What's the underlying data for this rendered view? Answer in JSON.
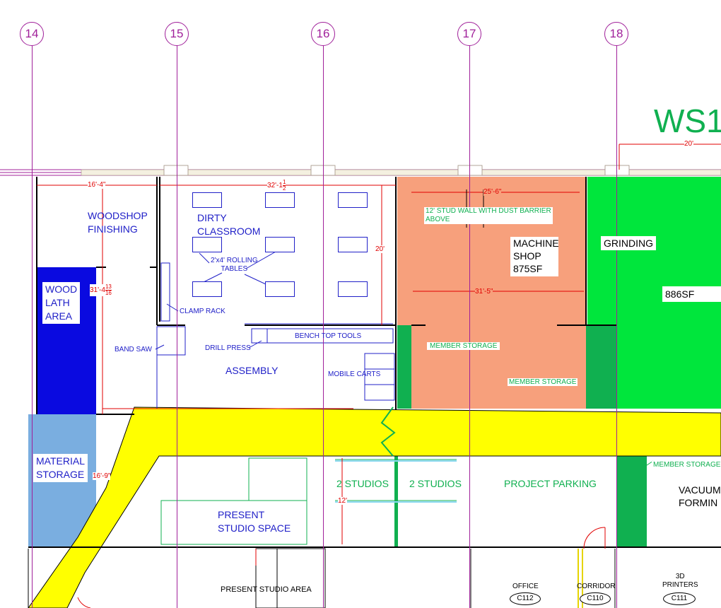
{
  "grid": {
    "bubbles": [
      "14",
      "15",
      "16",
      "17",
      "18"
    ]
  },
  "title": {
    "code": "WS1"
  },
  "dimensions": {
    "d1": "16'-4\"",
    "d2": "32'-1",
    "d2_frac_num": "1",
    "d2_frac_den": "2",
    "d3": "25'-6\"",
    "d4": "20'",
    "d5": "31'-4",
    "d5_frac_num": "13",
    "d5_frac_den": "16",
    "d6": "31'-5\"",
    "d7": "20'",
    "d8": "16'-9\"",
    "d9": "12'"
  },
  "rooms": {
    "woodshop_finishing": "WOODSHOP\nFINISHING",
    "dirty_classroom": "DIRTY\nCLASSROOM",
    "wood_lath_area": "WOOD\nLATH\nAREA",
    "machine_shop": "MACHINE\nSHOP\n875SF",
    "grinding": "GRINDING",
    "grinding_area": "886SF",
    "assembly": "ASSEMBLY",
    "material_storage": "MATERIAL\nSTORAGE",
    "studios_left": "2 STUDIOS",
    "studios_right": "2 STUDIOS",
    "project_parking": "PROJECT PARKING",
    "vacuum_forming": "VACUUM\nFORMIN",
    "present_studio_space": "PRESENT\nSTUDIO SPACE",
    "present_studio_area": "PRESENT STUDIO AREA",
    "office": "OFFICE",
    "corridor": "CORRIDOR",
    "printers": "3D\nPRINTERS"
  },
  "annotations": {
    "rolling_tables": "2'x4' ROLLING\nTABLES",
    "clamp_rack": "CLAMP RACK",
    "band_saw": "BAND SAW",
    "drill_press": "DRILL PRESS",
    "bench_top_tools": "BENCH TOP TOOLS",
    "mobile_carts": "MOBILE CARTS",
    "stud_wall": "12' STUD WALL WITH DUST BARRIER\nABOVE",
    "member_storage_1": "MEMBER STORAGE",
    "member_storage_2": "MEMBER STORAGE",
    "member_storage_3": "MEMBER STORAGE"
  },
  "room_tags": {
    "office": "C112",
    "corridor": "C110",
    "printers": "C111"
  },
  "colors": {
    "wood_lath": "#0a0ae0",
    "material_storage": "#7aaee0",
    "machine_shop": "#f7a07c",
    "grinding": "#00e63c",
    "member_storage": "#10b050",
    "corridor": "#ffff00",
    "gridline": "#a0209a"
  }
}
